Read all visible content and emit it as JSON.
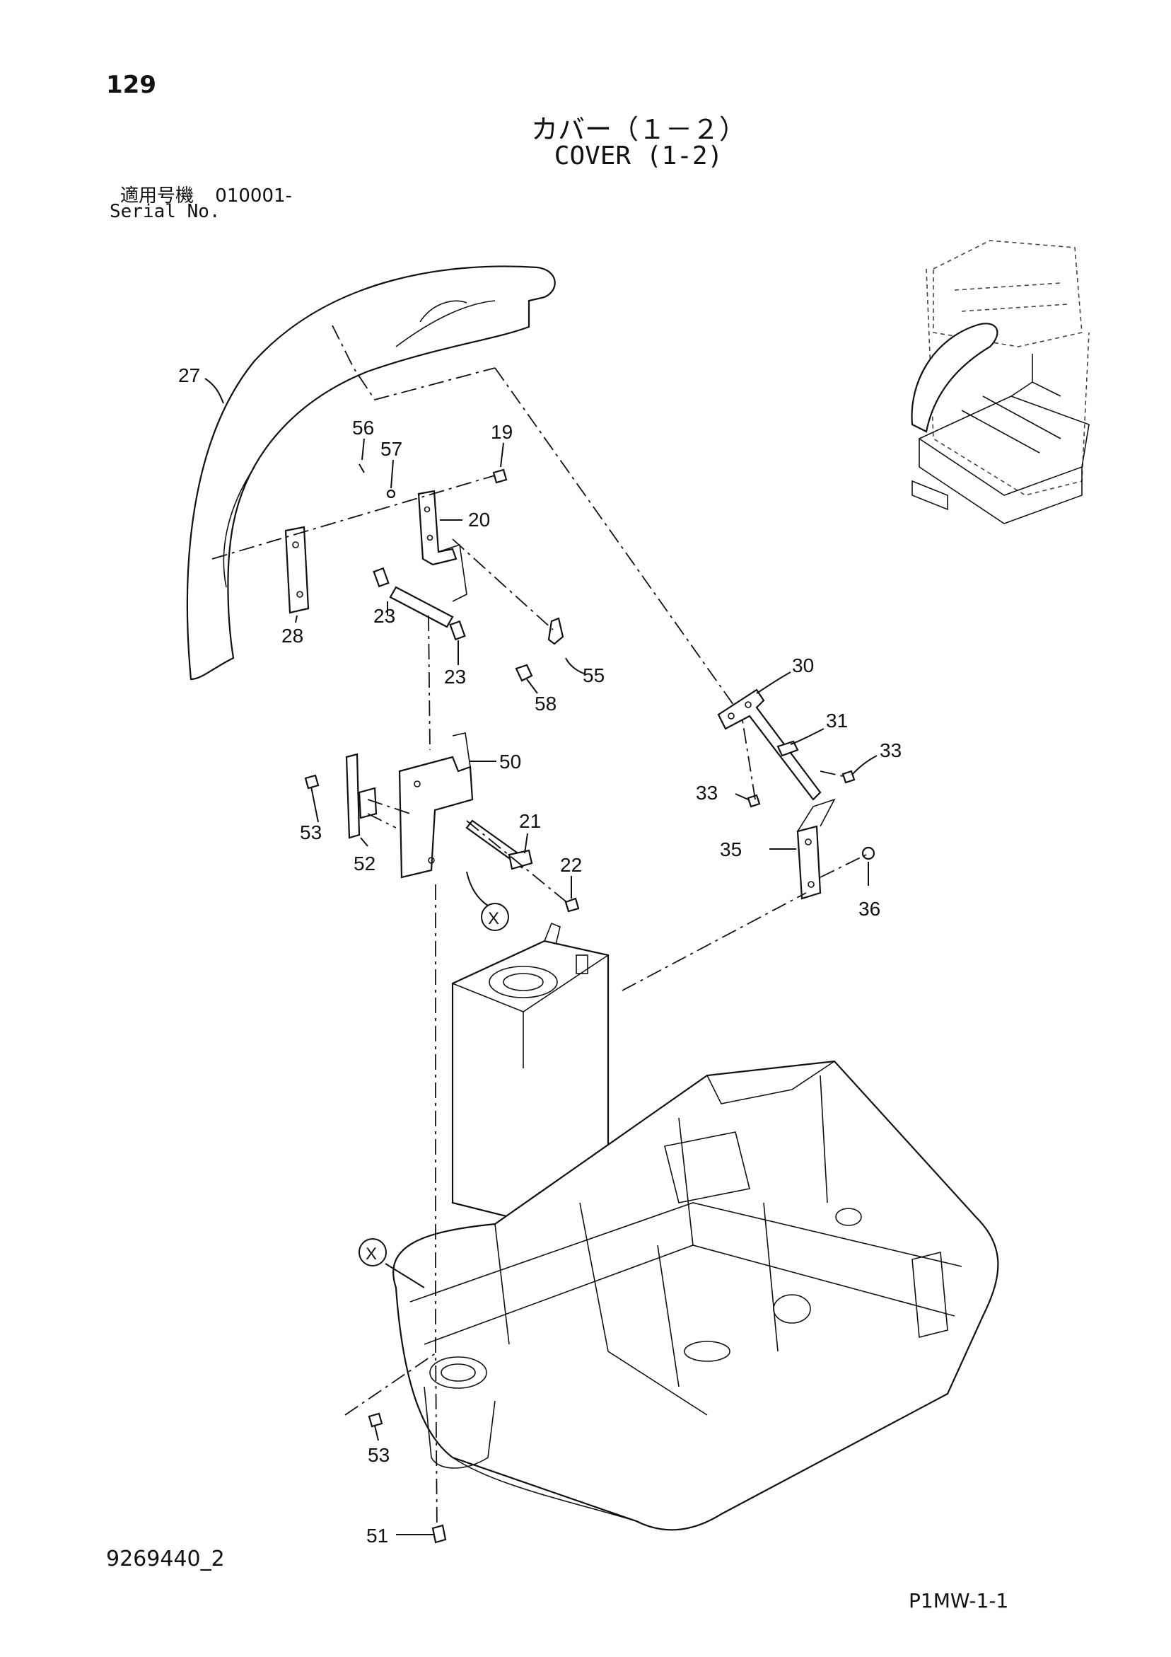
{
  "header": {
    "page_number": "129",
    "title_jp": "カバー（１－２）",
    "title_en": "COVER (1-2)",
    "serial_label_jp": "適用号機",
    "serial_value": "010001-",
    "serial_label_en": "Serial No."
  },
  "footer": {
    "drawing_number": "9269440_2",
    "page_code": "P1MW-1-1"
  },
  "callouts": [
    {
      "id": "c27",
      "text": "27"
    },
    {
      "id": "c56",
      "text": "56"
    },
    {
      "id": "c57",
      "text": "57"
    },
    {
      "id": "c19",
      "text": "19"
    },
    {
      "id": "c20",
      "text": "20"
    },
    {
      "id": "c28",
      "text": "28"
    },
    {
      "id": "c23a",
      "text": "23"
    },
    {
      "id": "c23b",
      "text": "23"
    },
    {
      "id": "c55",
      "text": "55"
    },
    {
      "id": "c58",
      "text": "58"
    },
    {
      "id": "c30",
      "text": "30"
    },
    {
      "id": "c31",
      "text": "31"
    },
    {
      "id": "c33a",
      "text": "33"
    },
    {
      "id": "c33b",
      "text": "33"
    },
    {
      "id": "c50",
      "text": "50"
    },
    {
      "id": "c53a",
      "text": "53"
    },
    {
      "id": "c52",
      "text": "52"
    },
    {
      "id": "c21",
      "text": "21"
    },
    {
      "id": "c22",
      "text": "22"
    },
    {
      "id": "c35",
      "text": "35"
    },
    {
      "id": "c36",
      "text": "36"
    },
    {
      "id": "cX1",
      "text": "X"
    },
    {
      "id": "cX2",
      "text": "X"
    },
    {
      "id": "c53b",
      "text": "53"
    },
    {
      "id": "c51",
      "text": "51"
    }
  ]
}
